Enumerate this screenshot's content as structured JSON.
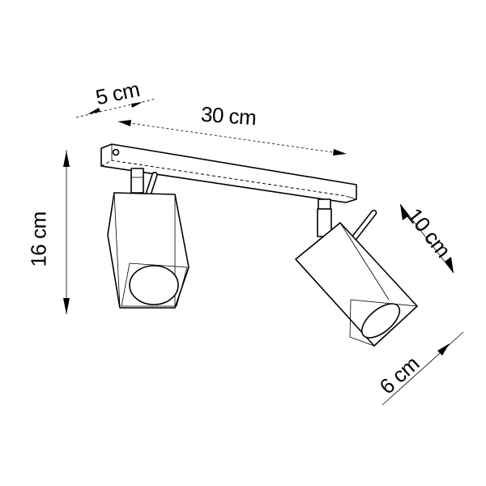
{
  "diagram": {
    "type": "product-dimension-drawing",
    "subject": "ceiling spotlight with two square adjustable heads on a rectangular mounting bar",
    "line_color": "#000000",
    "background": "#ffffff"
  },
  "dimensions": {
    "depth": {
      "label": "5 cm",
      "value": 5,
      "unit": "cm"
    },
    "length": {
      "label": "30 cm",
      "value": 30,
      "unit": "cm"
    },
    "height": {
      "label": "16 cm",
      "value": 16,
      "unit": "cm"
    },
    "head_length": {
      "label": "10 cm",
      "value": 10,
      "unit": "cm"
    },
    "head_width": {
      "label": "6 cm",
      "value": 6,
      "unit": "cm"
    }
  }
}
